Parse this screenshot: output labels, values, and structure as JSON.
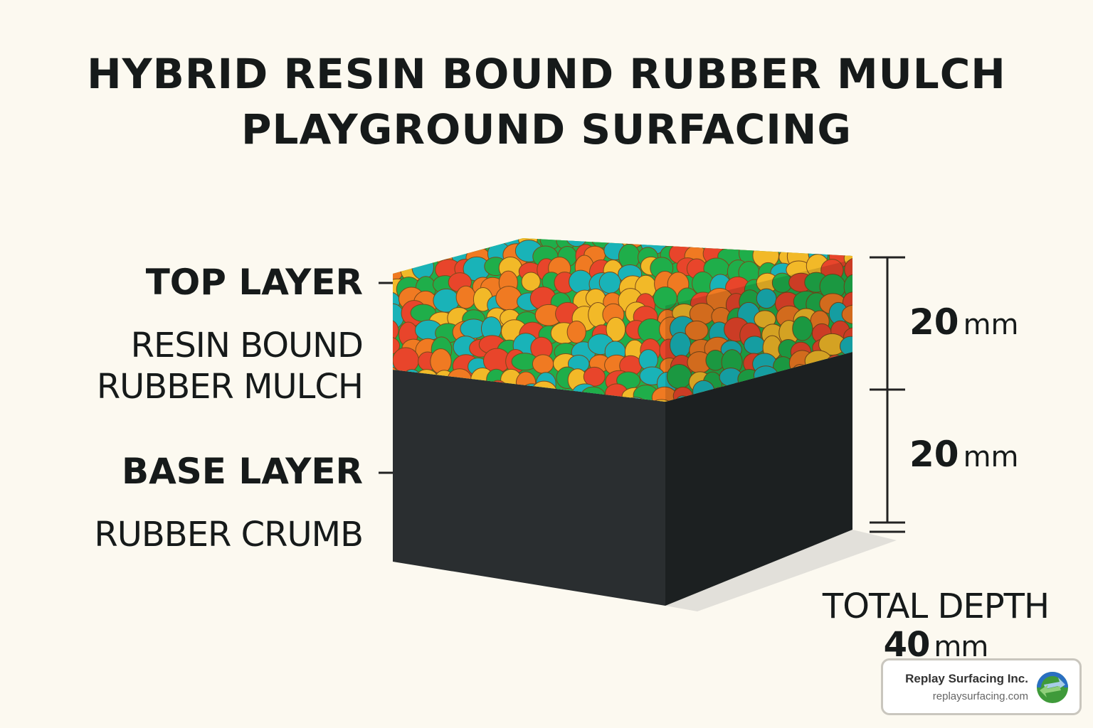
{
  "title": {
    "line1": "HYBRID RESIN BOUND RUBBER MULCH",
    "line2": "PLAYGROUND SURFACING"
  },
  "labels": {
    "top_layer": "TOP LAYER",
    "top_material_1": "RESIN BOUND",
    "top_material_2": "RUBBER MULCH",
    "base_layer": "BASE LAYER",
    "base_material": "RUBBER CRUMB"
  },
  "dimensions": {
    "top": {
      "value": "20",
      "unit": "mm"
    },
    "base": {
      "value": "20",
      "unit": "mm"
    },
    "total_label": "TOTAL DEPTH",
    "total": {
      "value": "40",
      "unit": "mm"
    }
  },
  "logo": {
    "name": "Replay Surfacing Inc.",
    "url": "replaysurfacing.com"
  },
  "colors": {
    "mulch": [
      "#e8452b",
      "#f2b928",
      "#1fae4a",
      "#19b3b8",
      "#f07a22"
    ],
    "base": "#24282a",
    "base_side": "#1b1f20"
  }
}
